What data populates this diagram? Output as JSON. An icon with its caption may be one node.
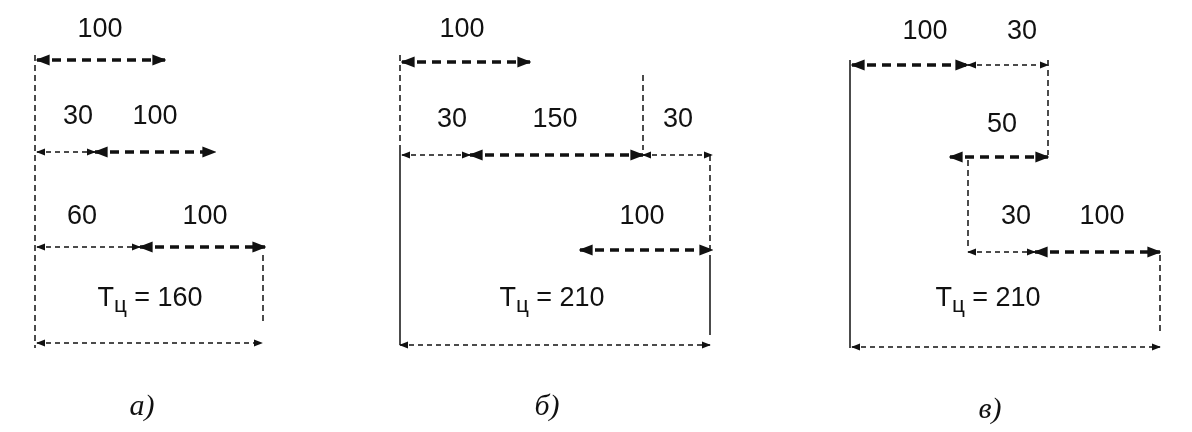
{
  "diagram": {
    "labels": [
      "100",
      "30",
      "100",
      "60",
      "100",
      "T$_{ц}$ = 160",
      "а)",
      "100",
      "30",
      "150",
      "30",
      "100",
      "T$_{ц}$ = 210",
      "б)",
      "100",
      "30",
      "50",
      "30",
      "100",
      "T$_{ц}$ = 210",
      "в)"
    ]
  }
}
